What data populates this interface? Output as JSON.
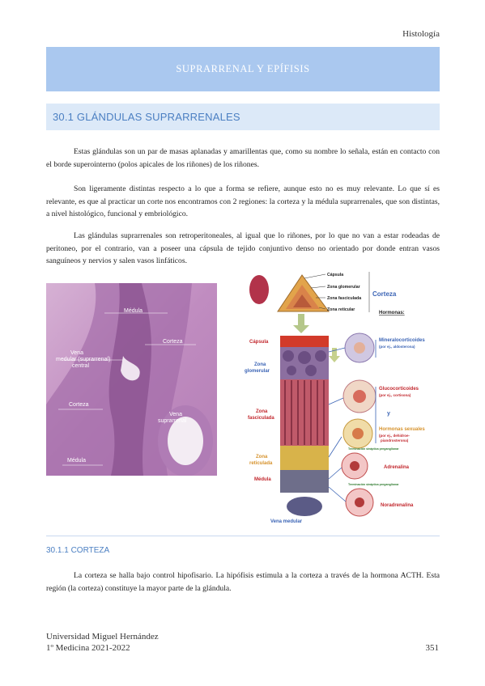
{
  "header": {
    "subject": "Histología"
  },
  "title_banner": {
    "text": "SUPRARRENAL Y EPÍFISIS"
  },
  "section": {
    "title": "30.1 GLÁNDULAS SUPRARRENALES"
  },
  "paragraphs": [
    "Estas glándulas son un par de masas aplanadas y amarillentas que, como su nombre lo señala, están en contacto con el borde superointerno (polos apicales de los riñones) de los riñones.",
    "Son ligeramente distintas respecto a lo que a forma se refiere, aunque esto no es muy relevante. Lo que sí es relevante, es que al practicar un corte nos encontramos con 2 regiones: la corteza y la médula suprarrenales, que son distintas, a nivel histológico, funcional y embriológico.",
    "Las glándulas suprarrenales son retroperitoneales, al igual que lo riñones, por lo que no van a estar rodeadas de peritoneo, por el contrario, van a poseer una cápsula de tejido conjuntivo denso no orientado por donde entran vasos sanguíneos y nervios y salen vasos linfáticos.",
    "La corteza se halla bajo control hipofisario. La hipófisis estimula a la corteza a través de la hormona ACTH. Esta región (la corteza) constituye la mayor parte de la glándula."
  ],
  "photo_labels": {
    "medula_top": "Médula",
    "corteza_right": "Corteza",
    "vena_central": "Vena\nmedular (suprarrenal)\ncentral",
    "corteza_left": "Corteza",
    "vena_suprarrenal": "Vena\nsuprarrenal",
    "medula_bottom": "Médula"
  },
  "diagram": {
    "top_labels": [
      "Cápsula",
      "Zona glomerular",
      "Zona fasciculada",
      "Zona reticular"
    ],
    "corteza_label": "Corteza",
    "hormonas_header": "Hormonas:",
    "left_labels": [
      "Cápsula",
      "Zona glomerular",
      "Zona fasciculada",
      "Zona reticulada",
      "Médula"
    ],
    "bottom_label": "Vena medular",
    "hormones": [
      {
        "name": "Mineralocorticoides",
        "example": "(por ej., aldosterona)"
      },
      {
        "name": "Glucocorticoides",
        "example": "(por ej., cortisona)"
      },
      {
        "name": "y",
        "example": ""
      },
      {
        "name": "Hormonas sexuales",
        "example": "(por ej., dehidroe-\npiandrosterona)"
      },
      {
        "name": "Adrenalina",
        "example": "Terminación sináptica preganglionar"
      },
      {
        "name": "Noradrenalina",
        "example": "Terminación sináptica preganglionar"
      }
    ]
  },
  "subsection": {
    "title": "30.1.1 CORTEZA"
  },
  "footer": {
    "university": "Universidad Miguel Hernández",
    "course": "1º Medicina 2021-2022",
    "page": "351"
  },
  "colors": {
    "title_banner_bg": "#aac8ef",
    "section_banner_bg": "#dce9f8",
    "section_text": "#4b7fc2",
    "stain_pink": "#c79ac4",
    "stain_purple": "#7a4d8a"
  }
}
